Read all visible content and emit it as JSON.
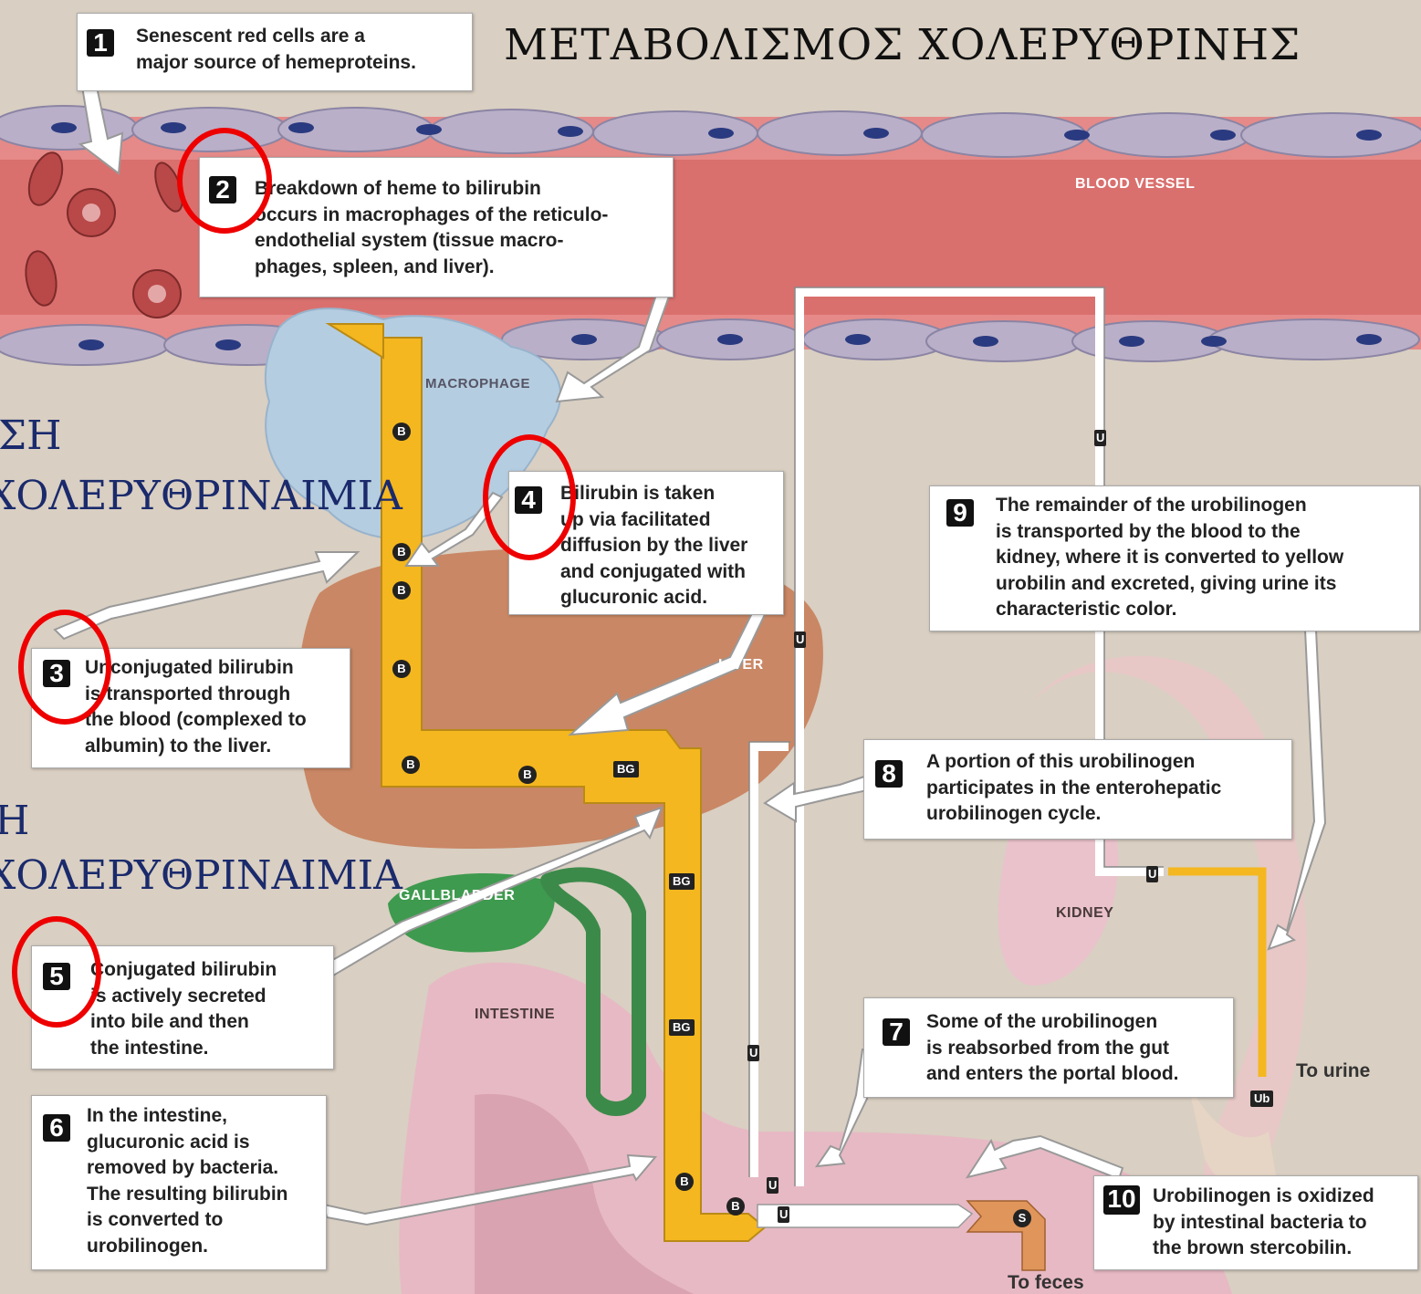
{
  "title": "ΜΕΤΑΒΟΛΙΣΜΟΣ ΧΟΛΕΡΥΘΡΙΝΗΣ",
  "side_text": {
    "line1": "ΣΗ",
    "line2": "ΧΟΛΕΡΥΘΡΙΝΑΙΜΙΑ",
    "line3": "Η",
    "line4": "ΧΟΛΕΡΥΘΡΙΝΑΙΜΙΑ"
  },
  "steps": [
    {
      "num": "1",
      "text": "Senescent red cells are a\nmajor source of hemeproteins."
    },
    {
      "num": "2",
      "text": "Breakdown of heme to bilirubin\noccurs in macrophages of the reticulo-\nendothelial system (tissue macro-\nphages, spleen, and liver)."
    },
    {
      "num": "3",
      "text": "Unconjugated bilirubin\nis transported through\nthe blood (complexed to\nalbumin) to the liver."
    },
    {
      "num": "4",
      "text": "Bilirubin is taken\nup via facilitated\ndiffusion by the liver\nand conjugated with\nglucuronic acid."
    },
    {
      "num": "5",
      "text": "Conjugated bilirubin\nis actively secreted\ninto bile and then\nthe intestine."
    },
    {
      "num": "6",
      "text": "In the intestine,\nglucuronic acid is\nremoved by bacteria.\nThe resulting bilirubin\nis converted to\nurobilinogen."
    },
    {
      "num": "7",
      "text": "Some of the urobilinogen\nis reabsorbed from the gut\nand enters the portal blood."
    },
    {
      "num": "8",
      "text": "A portion of this urobilinogen\nparticipates in the enterohepatic\nurobilinogen cycle."
    },
    {
      "num": "9",
      "text": "The remainder of the urobilinogen\nis transported by the blood to the\nkidney, where it is converted to yellow\nurobilin and excreted, giving urine its\ncharacteristic color."
    },
    {
      "num": "10",
      "text": "Urobilinogen is oxidized\nby intestinal bacteria to\nthe brown stercobilin."
    }
  ],
  "labels": {
    "blood_vessel": "BLOOD VESSEL",
    "macrophage": "MACROPHAGE",
    "liver": "LIVER",
    "gallbladder": "GALLBLADDER",
    "intestine": "INTESTINE",
    "kidney": "KIDNEY",
    "to_urine": "To urine",
    "to_feces": "To feces"
  },
  "markers": {
    "b": "B",
    "bg": "BG",
    "u": "U",
    "ub": "Ub",
    "s": "S"
  },
  "colors": {
    "annotation_circle": "#e00000",
    "bilirubin_path": "#f4b71f",
    "bile_duct": "#3c8a4a",
    "side_text": "#1a2a6c"
  }
}
